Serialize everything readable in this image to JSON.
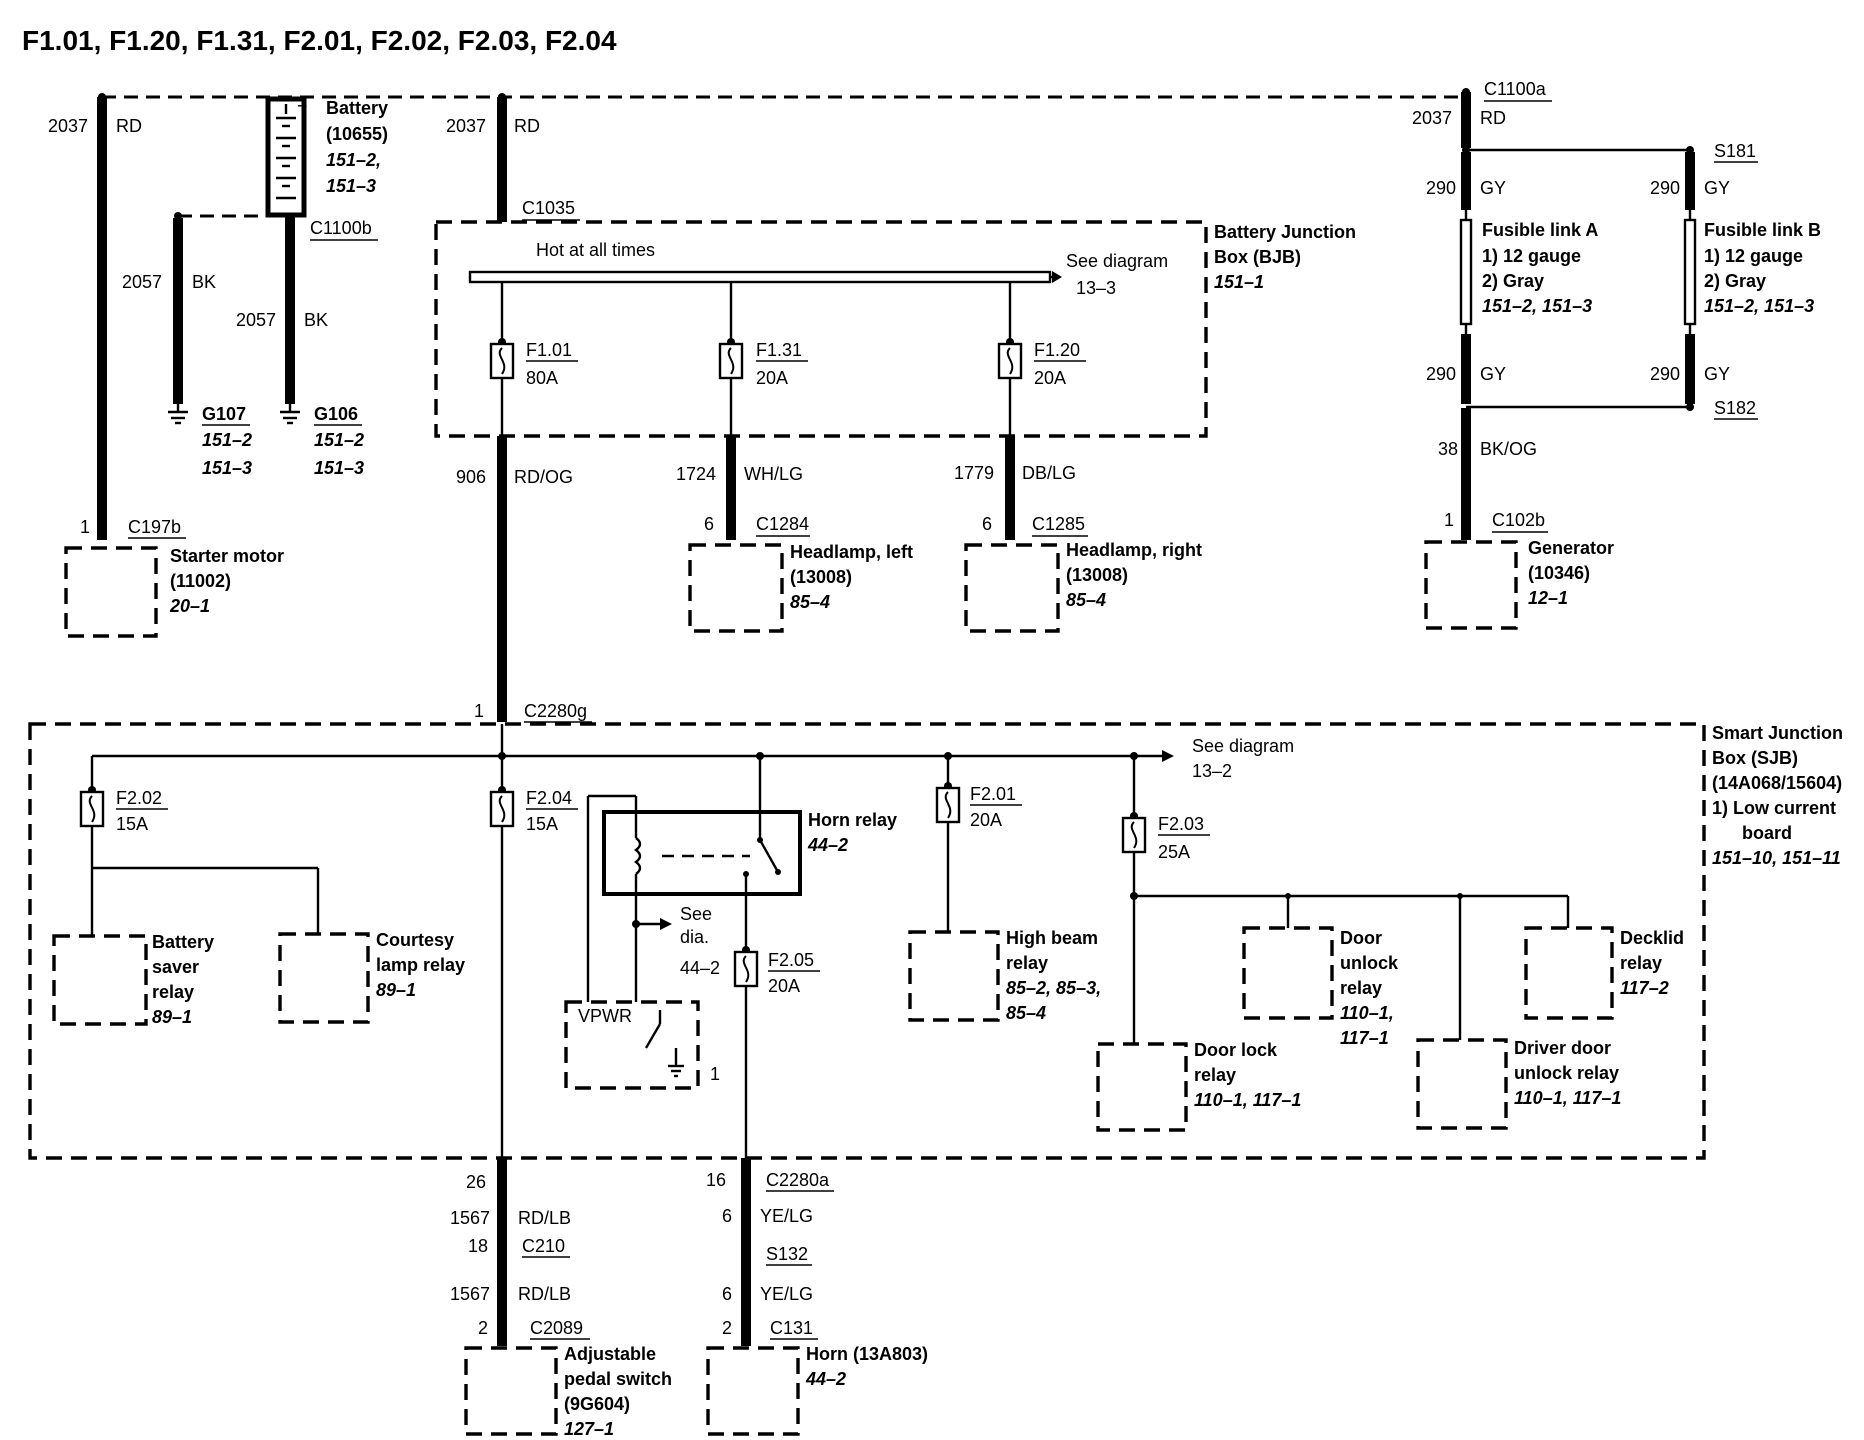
{
  "title": "F1.01, F1.20, F1.31, F2.01, F2.02, F2.03, F2.04",
  "starter": {
    "circuit": "2037",
    "color": "RD",
    "pin": "1",
    "connector": "C197b",
    "name": "Starter motor",
    "part": "(11002)",
    "ref": "20–1"
  },
  "battery": {
    "name": "Battery",
    "part": "(10655)",
    "ref1": "151–2,",
    "ref2": "151–3",
    "connector": "C1100b"
  },
  "ground_g107": {
    "circuit": "2057",
    "color": "BK",
    "name": "G107",
    "ref1": "151–2",
    "ref2": "151–3"
  },
  "ground_g106": {
    "circuit": "2057",
    "color": "BK",
    "name": "G106",
    "ref1": "151–2",
    "ref2": "151–3"
  },
  "bjb": {
    "feed_circuit": "2037",
    "feed_color": "RD",
    "connector": "C1035",
    "name1": "Battery Junction",
    "name2": "Box (BJB)",
    "ref": "151–1",
    "bus_label": "Hot at all times",
    "see1": "See diagram",
    "see2": "13–3",
    "fuses": [
      {
        "name": "F1.01",
        "rating": "80A"
      },
      {
        "name": "F1.31",
        "rating": "20A"
      },
      {
        "name": "F1.20",
        "rating": "20A"
      }
    ]
  },
  "bjb_out": {
    "left": {
      "circuit": "906",
      "color": "RD/OG"
    },
    "mid": {
      "circuit": "1724",
      "color": "WH/LG",
      "pin": "6",
      "connector": "C1284",
      "name": "Headlamp, left",
      "part": "(13008)",
      "ref": "85–4"
    },
    "right": {
      "circuit": "1779",
      "color": "DB/LG",
      "pin": "6",
      "connector": "C1285",
      "name": "Headlamp, right",
      "part": "(13008)",
      "ref": "85–4"
    }
  },
  "generator_side": {
    "connector_top": "C1100a",
    "circuit_top": "2037",
    "color_top": "RD",
    "splice_top": "S181",
    "splice_bottom": "S182",
    "link_a": {
      "circuit": "290",
      "color": "GY",
      "name": "Fusible link A",
      "l1": "1)   12 gauge",
      "l2": "2)   Gray",
      "ref": "151–2, 151–3"
    },
    "link_b": {
      "circuit": "290",
      "color": "GY",
      "name": "Fusible link B",
      "l1": "1)   12 gauge",
      "l2": "2)   Gray",
      "ref": "151–2, 151–3"
    },
    "out_circuit": "38",
    "out_color": "BK/OG",
    "pin": "1",
    "connector": "C102b",
    "name": "Generator",
    "part": "(10346)",
    "ref": "12–1"
  },
  "sjb": {
    "pin": "1",
    "connector": "C2280g",
    "name1": "Smart Junction",
    "name2": "Box (SJB)",
    "part": "(14A068/15604)",
    "note1": "1)   Low current",
    "note2": "board",
    "ref": "151–10, 151–11",
    "see1": "See diagram",
    "see2": "13–2",
    "fuses": [
      {
        "name": "F2.02",
        "rating": "15A"
      },
      {
        "name": "F2.04",
        "rating": "15A"
      },
      {
        "name": "F2.01",
        "rating": "20A"
      },
      {
        "name": "F2.03",
        "rating": "25A"
      },
      {
        "name": "F2.05",
        "rating": "20A"
      }
    ],
    "horn_relay": {
      "name": "Horn relay",
      "ref": "44–2"
    },
    "see_dia1": "See",
    "see_dia2": "dia.",
    "see_dia_ref": "44–2",
    "vpwr": "VPWR",
    "vpwr_pin": "1",
    "battery_saver": {
      "l1": "Battery",
      "l2": "saver",
      "l3": "relay",
      "ref": "89–1"
    },
    "courtesy": {
      "l1": "Courtesy",
      "l2": "lamp relay",
      "ref": "89–1"
    },
    "high_beam": {
      "l1": "High beam",
      "l2": "relay",
      "ref1": "85–2, 85–3,",
      "ref2": "85–4"
    },
    "door_lock": {
      "l1": "Door lock",
      "l2": "relay",
      "ref": "110–1, 117–1"
    },
    "door_unlock": {
      "l1": "Door",
      "l2": "unlock",
      "l3": "relay",
      "ref1": "110–1,",
      "ref2": "117–1"
    },
    "driver_unlock": {
      "l1": "Driver door",
      "l2": "unlock relay",
      "ref": "110–1, 117–1"
    },
    "decklid": {
      "l1": "Decklid",
      "l2": "relay",
      "ref": "117–2"
    }
  },
  "bottom_left": {
    "pin1": "26",
    "connector1": "C2280a",
    "circuit1": "1567",
    "color1": "RD/LB",
    "pin2": "18",
    "connector2": "C210",
    "circuit2": "1567",
    "color2": "RD/LB",
    "pin3": "2",
    "connector3": "C2089",
    "name1": "Adjustable",
    "name2": "pedal switch",
    "part": "(9G604)",
    "ref": "127–1"
  },
  "bottom_right": {
    "pin1": "16",
    "circuit1": "6",
    "color1": "YE/LG",
    "splice": "S132",
    "circuit2": "6",
    "color2": "YE/LG",
    "pin3": "2",
    "connector3": "C131",
    "name": "Horn (13A803)",
    "ref": "44–2"
  }
}
